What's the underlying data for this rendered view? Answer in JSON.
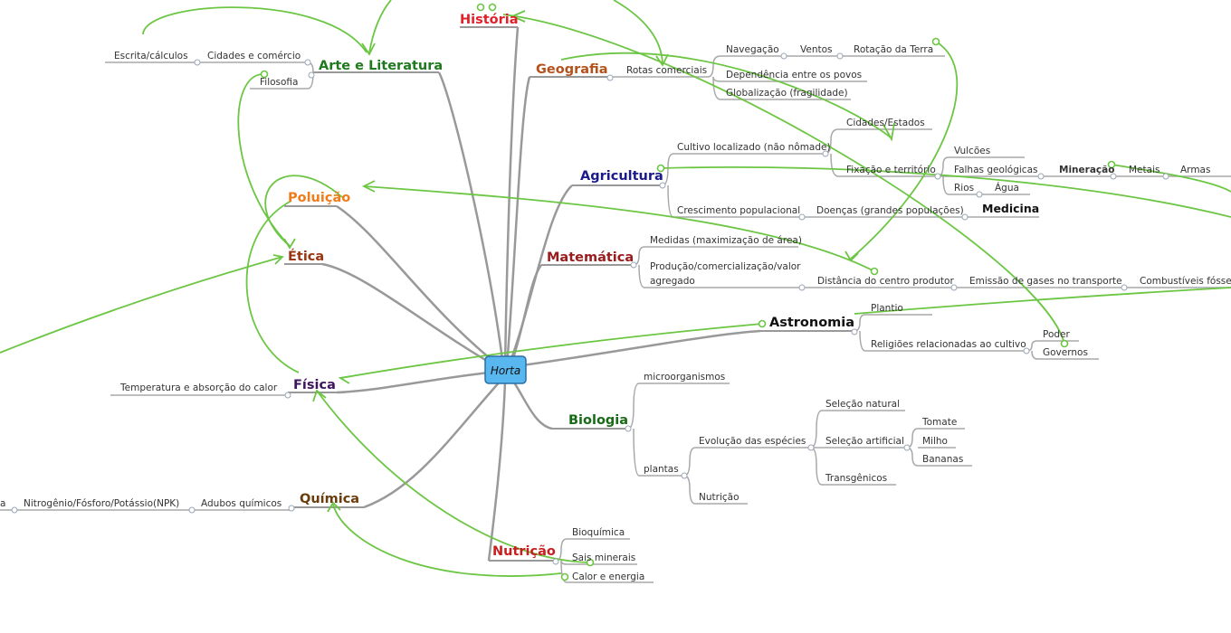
{
  "colors": {
    "main_line": "#999999",
    "sub_line": "#a8a8a8",
    "relation": "#6cc644",
    "center_fill": "#59b7ef",
    "center_stroke": "#2a6fa6",
    "sub_text": "#333333"
  },
  "center": {
    "label": "Horta"
  },
  "main_topics": [
    {
      "id": "historia",
      "label": "História",
      "color": "#e0202a"
    },
    {
      "id": "arte",
      "label": "Arte e Literatura",
      "color": "#1f7a1f"
    },
    {
      "id": "geografia",
      "label": "Geografia",
      "color": "#b5521c"
    },
    {
      "id": "agricultura",
      "label": "Agricultura",
      "color": "#1a1a8c"
    },
    {
      "id": "poluicao",
      "label": "Poluição",
      "color": "#f07c1a"
    },
    {
      "id": "etica",
      "label": "Ética",
      "color": "#9a3512"
    },
    {
      "id": "matematica",
      "label": "Matemática",
      "color": "#9a1b1b"
    },
    {
      "id": "astronomia",
      "label": "Astronomia",
      "color": "#111111"
    },
    {
      "id": "fisica",
      "label": "Física",
      "color": "#3d1460"
    },
    {
      "id": "biologia",
      "label": "Biologia",
      "color": "#176b17"
    },
    {
      "id": "quimica",
      "label": "Química",
      "color": "#6b3d0c"
    },
    {
      "id": "nutricao",
      "label": "Nutrição",
      "color": "#c81e1e"
    }
  ],
  "subtopics": {
    "escrita": "Escrita/cálculos",
    "cidades_comercio": "Cidades e comércio",
    "filosofia": "Filosofia",
    "rotas": "Rotas comerciais",
    "navegacao": "Navegação",
    "ventos": "Ventos",
    "rotacao": "Rotação da Terra",
    "dependencia": "Dependência entre os povos",
    "globalizacao": "Globalização (fragilidade)",
    "cultivo": "Cultivo localizado (não nômade)",
    "cidades_estados": "Cidades/Estados",
    "fixacao": "Fixação e território",
    "vulcoes": "Vulcões",
    "falhas": "Falhas geológicas",
    "mineracao": "Mineração",
    "metais": "Metais",
    "armas": "Armas",
    "rios": "Rios",
    "agua": "Água",
    "crescimento": "Crescimento populacional",
    "doencas": "Doenças (grandes populações)",
    "medicina": "Medicina",
    "medidas": "Medidas (maximização de área)",
    "producao1": "Produção/comercialização/valor",
    "producao2": "agregado",
    "distancia": "Distância do centro produtor",
    "emissao": "Emissão de gases no transporte",
    "combustiveis": "Combustíveis fósseis",
    "plantio": "Plantio",
    "religioes": "Religiões relacionadas ao cultivo",
    "poder": "Poder",
    "governos": "Governos",
    "temperatura": "Temperatura e absorção do calor",
    "microorganismos": "microorganismos",
    "plantas": "plantas",
    "evolucao": "Evolução das espécies",
    "selecao_natural": "Seleção natural",
    "selecao_artificial": "Seleção artificial",
    "tomate": "Tomate",
    "milho": "Milho",
    "bananas": "Bananas",
    "transgenicos": "Transgênicos",
    "nutricao_bio": "Nutrição",
    "npk_prefix": "a",
    "npk": "Nitrogênio/Fósforo/Potássio(NPK)",
    "adubos": "Adubos químicos",
    "bioquimica": "Bioquímica",
    "sais": "Sais minerais",
    "calor": "Calor e energia"
  }
}
